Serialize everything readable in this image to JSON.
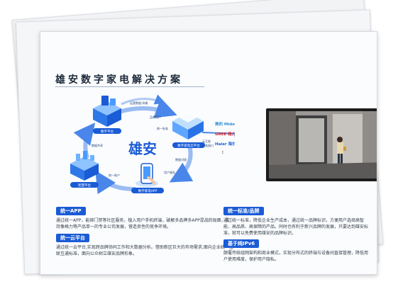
{
  "title": "雄安数字家电解决方案",
  "diagram": {
    "center_label": "雄安",
    "nodes": {
      "top_left": "数字平台",
      "top_right": "数字家电云平台",
      "bottom_left": "智慧平台",
      "bottom_center": "数字家电APP"
    },
    "arrows": {
      "a1": "运营数据·终端",
      "a2": "品牌用户",
      "a3": "统一标准",
      "a4": "云互联",
      "a5": "标准接口",
      "a6": "数据对接",
      "a7": "用户服务",
      "a8": "统一账户",
      "a9": "数据共享"
    },
    "brands": [
      "美的 Midea",
      "GREE 格力",
      "Haier 海尔"
    ],
    "brands_more": "⋮"
  },
  "sections": [
    {
      "tag": "统一APP",
      "text": "通过统一APP，能绑门禁等社区服务，植入用户手机终端，破解多品牌多APP混战的局面，支持像格力等产品单一的专业公司发展，营造良性的竞争环境。"
    },
    {
      "tag": "统一云平台",
      "text": "通过统一云平台,实现跨品牌协同工作和大数据分析。借助新区巨大的市场需求,面向企业统一互联互通标准，面向公众树立雄安品牌形象。"
    },
    {
      "tag": "统一标准/品牌",
      "text": "通过统一标准，降低企业生产成本，通过统一品牌标识，方便用户选择高智能、高品质、高保障的产品。同时也有利于新兴品牌的发展，只要达到雄安标准，就可以免费使用雄安的品牌标识。"
    },
    {
      "tag": "基于纯IPv6",
      "text": "颠覆传统组网架构和商业模式，实现分布式的终端与设备间直接管理，降低用户使用难度，保护用户隐私。"
    }
  ],
  "colors": {
    "accent": "#1a5bd6",
    "arrow": "#4a86ea",
    "title": "#1c2a3a"
  }
}
